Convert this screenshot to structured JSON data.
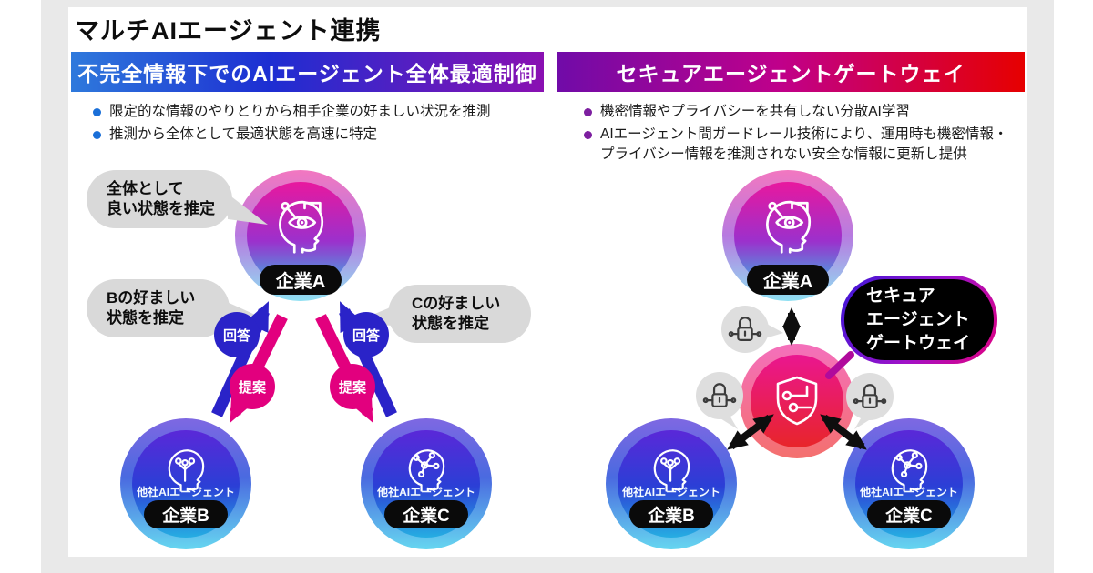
{
  "title": "マルチAIエージェント連携",
  "left_panel": {
    "header": "不完全情報下でのAIエージェント全体最適制御",
    "bullets": [
      "限定的な情報のやりとりから相手企業の好ましい状況を推測",
      "推測から全体として最適状態を高速に特定"
    ],
    "bubble_overall": "全体として\n良い状態を推定",
    "bubble_b": "Bの好ましい\n状態を推定",
    "bubble_c": "Cの好ましい\n状態を推定",
    "answer_label": "回答",
    "proposal_label": "提案",
    "company_a": "企業A",
    "company_b": "企業B",
    "company_c": "企業C",
    "agent_caption": "他社AIエージェント"
  },
  "right_panel": {
    "header": "セキュアエージェントゲートウェイ",
    "bullets": [
      "機密情報やプライバシーを共有しない分散AI学習",
      "AIエージェント間ガードレール技術により、運用時も機密情報・\nプライバシー情報を推測されない安全な情報に更新し提供"
    ],
    "gateway_label": "セキュア\nエージェント\nゲートウェイ",
    "company_a": "企業A",
    "company_b": "企業B",
    "company_c": "企業C",
    "agent_caption": "他社AIエージェント"
  },
  "colors": {
    "header_left_gradient": "#2e79dc #1d2ed2 #8a10b2",
    "header_right_gradient": "#700ba8 #c0008a #e60000",
    "answer_arrow": "#2a23c8",
    "proposal_arrow": "#e2007e",
    "agent_circle_top": "#e8189e",
    "agent_circle_bottom": "#38b8e4",
    "partner_circle_top": "#5a28d8",
    "partner_circle_bottom": "#26aee2",
    "secure_circle_top": "#ea1690",
    "secure_circle_bottom": "#e8252a",
    "bullet_left_dot": "#1a6fd8",
    "bullet_right_dot": "#7d1fa0",
    "speech_bubble": "#d9d9d9",
    "link_arrow": "#0e0e0e"
  }
}
